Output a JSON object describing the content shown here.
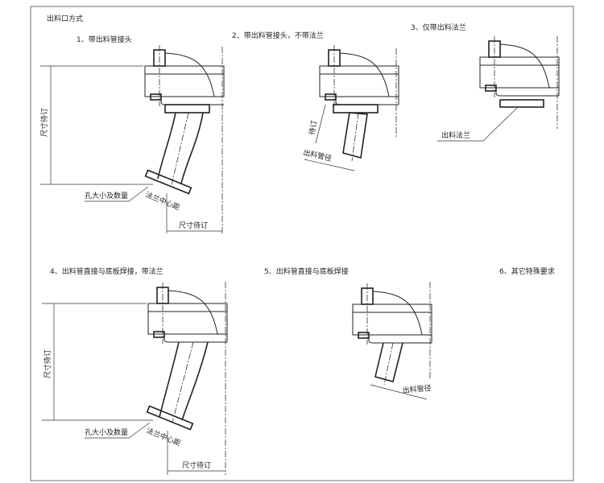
{
  "title": "出料口方式",
  "options": [
    {
      "label": "1、带出料管接头"
    },
    {
      "label": "2、带出料管接头，不带法兰"
    },
    {
      "label": "3、仅带出料法兰"
    },
    {
      "label": "4、出料管直接与底板焊接，带法兰"
    },
    {
      "label": "5、出料管直接与底板焊接"
    },
    {
      "label": "6、其它特殊要求"
    }
  ],
  "annotations": {
    "size_tbd": "尺寸待订",
    "hole_size_qty": "孔大小及数量",
    "flange_center_distance": "法兰中心距",
    "tbd": "待订",
    "outlet_pipe_diameter": "出料管径",
    "outlet_flange": "出料法兰"
  }
}
